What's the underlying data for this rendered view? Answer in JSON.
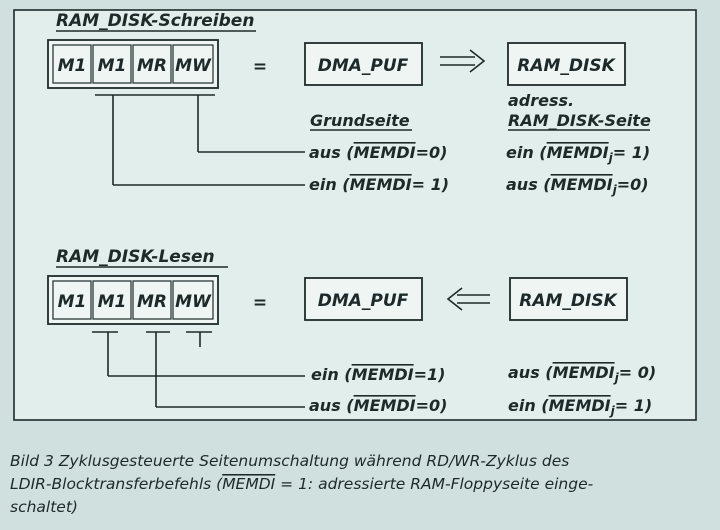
{
  "top": {
    "title": "RAM_DISK-Schreiben",
    "cells": [
      "M1",
      "M1",
      "MR",
      "MW"
    ],
    "equals": "=",
    "buffer": "DMA_PUF",
    "target": "RAM_DISK",
    "adress": "adress.",
    "heading_left": "Grundseite",
    "heading_right": "RAM_DISK-Seite",
    "row1_left_pre": "aus (",
    "row1_left_post": "=0)",
    "row1_right_pre": "ein (",
    "row1_right_post": "= 1)",
    "row2_left_pre": "ein (",
    "row2_left_post": "= 1)",
    "row2_right_pre": "aus (",
    "row2_right_post": "=0)"
  },
  "bottom": {
    "title": "RAM_DISK-Lesen",
    "cells": [
      "M1",
      "M1",
      "MR",
      "MW"
    ],
    "equals": "=",
    "buffer": "DMA_PUF",
    "source": "RAM_DISK",
    "row1_left_pre": "ein (",
    "row1_left_post": "=1)",
    "row1_right_pre": "aus (",
    "row1_right_post": "= 0)",
    "row2_left_pre": "aus (",
    "row2_left_post": "=0)",
    "row2_right_pre": "ein (",
    "row2_right_post": "= 1)"
  },
  "signal": "MEMDI",
  "signal_sub": "j",
  "caption": {
    "line1": "Bild 3  Zyklusgesteuerte Seitenumschaltung während RD/WR-Zyklus des",
    "line2_pre": "LDIR-Blocktransferbefehls (",
    "line2_signal": "MEMDI",
    "line2_post": " = 1: adressierte RAM-Floppyseite einge-",
    "line3": "schaltet)"
  }
}
